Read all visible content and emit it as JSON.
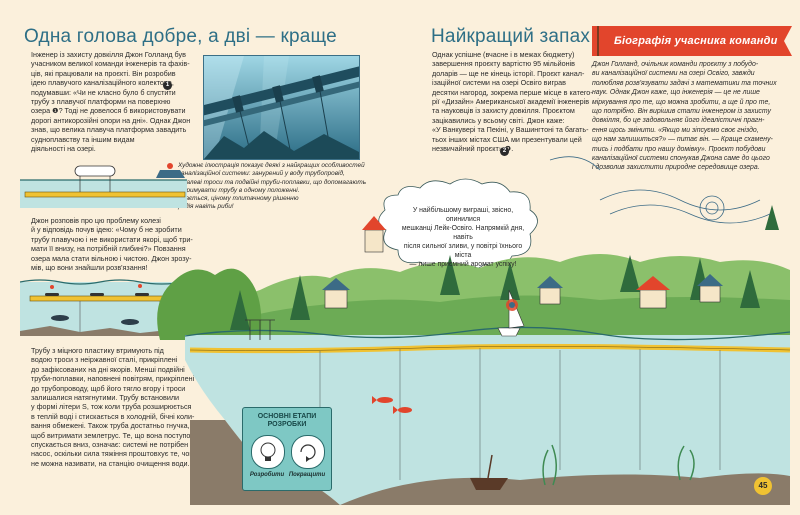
{
  "left_section": {
    "title": "Одна голова добре, а дві — краще",
    "intro_lines": [
      "Інженер із захисту довкілля Джон Голланд був",
      "учасником великої команди інженерів та фахів-",
      "ців, які працювали на проєкті. Він розробив",
      "ідею плавучого каналізаційного колектора,",
      "подумавши: «Чи не класно було б спустити",
      "трубу з плавучої платформи на поверхню",
      "озера ❶? Тоді не довелося б використовувати",
      "дорогі антикорозійні опори на дні». Однак Джон",
      "знав, що велика плавуча платформа завадить",
      "судноплавству та іншим видам",
      "діяльності на озері."
    ],
    "problem_lines": [
      "Джон розповів про цю проблему колезі",
      "й у відповідь почув ідею: «Чому б не зробити",
      "трубу плавучою і не використати якорі, щоб три-",
      "мати її внизу, на потрібній глибині?» Повзання",
      "озера мала стати вільною і чистою. Джон зрозу-",
      "мів, що вони знайшли розв'язання!"
    ],
    "bottom_lines": [
      "Трубу з міцного пластику втримують під",
      "водою троси з неіржавної сталі, прикріплені",
      "до зафіксованих на дні якорів. Менші подвійні",
      "труби-поплавки, наповнені повітрям, прикріплені",
      "до трубопроводу, щоб його тягло вгору і троси",
      "залишалися натягнутими. Трубу встановили",
      "у формі літери S, тож коли труба розширюється",
      "в теплій воді і стискається в холодній, бічні коли-",
      "вання обмежені. Також труба достатньо гнучка,",
      "щоб витримати землетрус. Те, що вона поступово",
      "спускається вниз, означає: системі не потрібен",
      "насос, оскільки сила тяжіння проштовхує те, чого",
      "не можна називати, на станцію очищення води."
    ]
  },
  "photo_caption_lines": [
    "Художнє ілюстрація показує деякі з найкращих особливостей",
    "каналізаційної системи: занурений у воду трубопровід,",
    "сталеві троси та подвійні труби-поплавки, що допомагають",
    "утримувати трубу в одному положенні.",
    "Здається, ціному тлитачному рішенню",
    "радія навіть риби!"
  ],
  "middle_section": {
    "title": "Найкращий запах",
    "lines": [
      "Однак успішне (вчасне і в межах бюджету)",
      "завершення проєкту вартістю 95 мільйонів",
      "доларів — ще не кінець історії. Проєкт канал-",
      "ізаційної системи на озері Освіго виграв",
      "десятки нагород, зокрема перше місце в катего-",
      "рії «Дизайн» Американської академії інженерів",
      "та науковців із захисту довкілля. Проєктом",
      "зацікавились у всьому світі. Джон каже:",
      "«У Ванкувері та Пекіні, у Вашингтоні та багать-",
      "тьох інших містах США ми презентували цей",
      "незвичайний проєкт» ❷."
    ]
  },
  "cloud_text_lines": [
    "У найбільшому виграші, звісно, опинилися",
    "мешканці Лейк-Освіго. Напрямкій дня, навіть",
    "після сильної зливи, у повітрі їхнього міста",
    "— лише приємний аромат успіху!"
  ],
  "right_section": {
    "banner": "Біографія учасника команди",
    "lines": [
      "Джон Голланд, очільник команди проєкту з побудо-",
      "ви каналізаційної системи на озері Освіго, завжди",
      "полюбляв розв'язувати задачі з математики та точних",
      "наук. Однак Джон каже, що інженерія — це не лише",
      "міркування про те, що можна зробити, а ще й про те,",
      "що потрібно. Він вирішив стати інженером із захисту",
      "довкілля, бо це задовольняє його ідеалістичні прагн-",
      "ення щось змінити. «Якщо ми зіпсуємо своє гніздо,",
      "що нам залишиться?» — питає він. — Краще схамену-",
      "тись і подбати про нашу домівку». Проєкт побудови",
      "каналізаційної системи спонукав Джона саме до цього",
      "і дозволив захистити природне середовище озера."
    ]
  },
  "stages_box": {
    "title_line1": "ОСНОВНІ ЕТАПИ",
    "title_line2": "РОЗРОБКИ",
    "stage1": "Розробити",
    "stage2": "Покращити"
  },
  "markers": {
    "one": "1",
    "two": "2"
  },
  "page_number": "45",
  "colors": {
    "title": "#2e6f86",
    "banner": "#e2452c",
    "lake": "#bfe3e1",
    "pipe": "#f0c232",
    "hills": "#6cab55",
    "paper": "#fbf0dc"
  }
}
